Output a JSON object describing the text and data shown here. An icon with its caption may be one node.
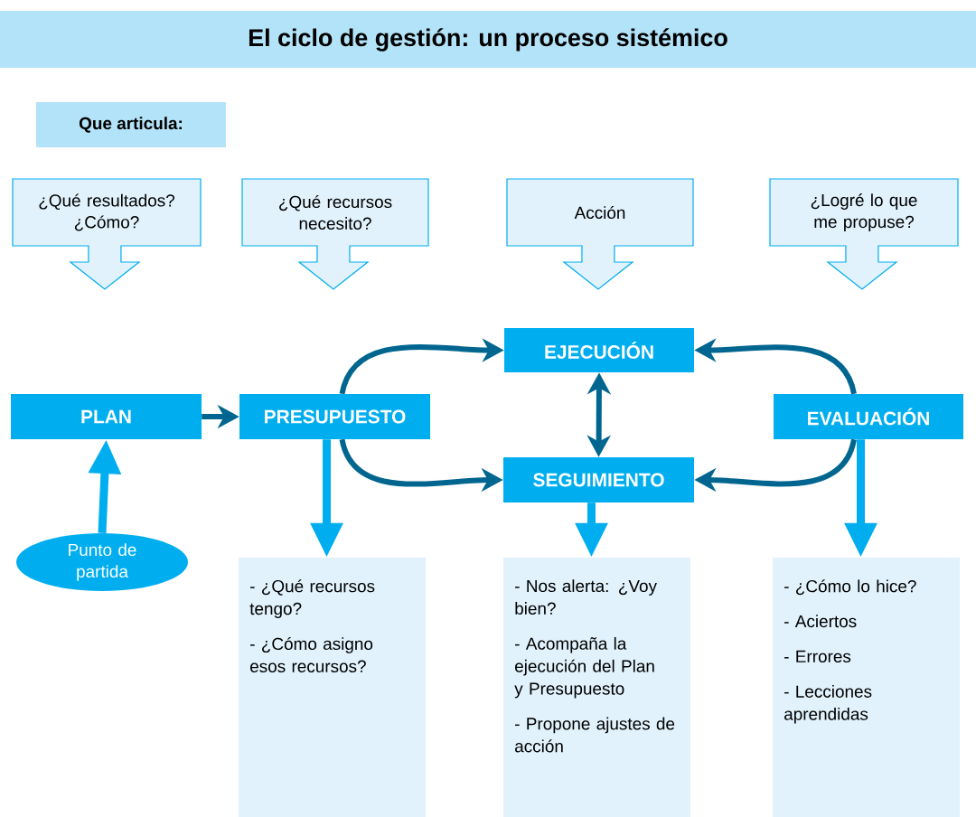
{
  "diagram": {
    "title": "El ciclo de gestión: un proceso sistémico",
    "nodes": [
      {
        "text": [
          "Que articula:"
        ]
      },
      {
        "text": [
          "¿Qué resultados? ¿Cómo?"
        ]
      },
      {
        "text": [
          "¿Qué recursos necesito?"
        ]
      },
      {
        "text": [
          "Acción"
        ]
      },
      {
        "text": [
          "¿Logré lo que me propuse?"
        ]
      },
      {
        "text": [
          "EJECUCIÓN"
        ]
      },
      {
        "text": [
          "PLAN"
        ]
      },
      {
        "text": [
          "PRESUPUESTO"
        ]
      },
      {
        "text": [
          "EVALUACIÓN"
        ]
      },
      {
        "text": [
          "SEGUIMIENTO"
        ]
      },
      {
        "text": [
          "Punto de partida"
        ]
      },
      {
        "text": [
          "- ¿Qué recursos tengo?",
          "- ¿Cómo asigno esos recursos?"
        ]
      },
      {
        "text": [
          "- Nos alerta: ¿Voy bien?",
          "- Acompaña la ejecución del Plan y Presupuesto",
          "- Propone ajustes de acción"
        ]
      },
      {
        "text": [
          "- ¿Cómo lo hice?",
          "- Aciertos",
          "- Errores",
          "- Lecciones aprendidas"
        ]
      }
    ],
    "edges": [
      {
        "from": 6,
        "to": 7,
        "arrow": "to"
      },
      {
        "from": 7,
        "to": 5,
        "arrow": "to"
      },
      {
        "from": 7,
        "to": 9,
        "arrow": "to"
      },
      {
        "from": 8,
        "to": 5,
        "arrow": "to"
      },
      {
        "from": 8,
        "to": 9,
        "arrow": "to"
      },
      {
        "from": 5,
        "to": 9,
        "arrow": "both"
      },
      {
        "from": 10,
        "to": 6,
        "arrow": "to",
        "color": "#00aeef"
      },
      {
        "from": 7,
        "to": 11,
        "arrow": "to",
        "color": "#00aeef"
      },
      {
        "from": 9,
        "to": 12,
        "arrow": "to",
        "color": "#00aeef"
      },
      {
        "from": 8,
        "to": 13,
        "arrow": "to",
        "color": "#00aeef"
      }
    ]
  }
}
